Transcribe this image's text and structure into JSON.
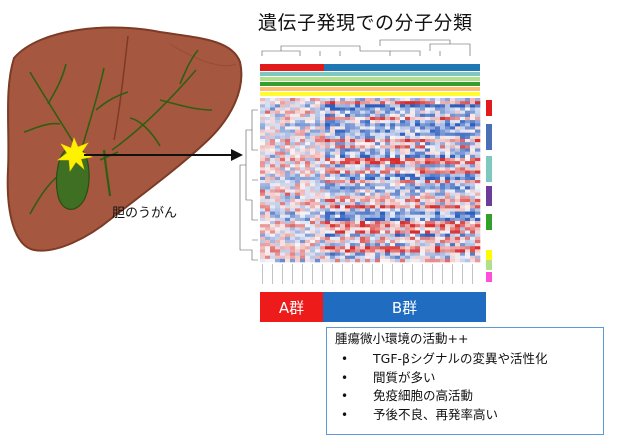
{
  "title": "遺伝子発現での分子分類",
  "cancer_label": "胆のうがん",
  "groups": [
    {
      "label": "A群",
      "color": "#ee1b1b"
    },
    {
      "label": "B群",
      "color": "#1f6cc0"
    }
  ],
  "info": {
    "heading": "腫瘍微小環境の活動++",
    "bullet_glyph": "•",
    "items": [
      {
        "text": "TGF-βシグナルの変異や活性化"
      },
      {
        "text": "間質が多い"
      },
      {
        "text": "免疫細胞の高活動"
      },
      {
        "text": "予後不良、再発率高い"
      }
    ]
  },
  "colors": {
    "liver": "#a5583f",
    "liver_dark": "#7c3b26",
    "gallbladder": "#3e6f22",
    "ducts": "#2f5e12",
    "tumor": "#fff200",
    "heat_red": "#d7191c",
    "heat_blue": "#2c7bb6"
  },
  "icons": [
    "liver-illustration",
    "tumor-star-icon",
    "arrow-icon",
    "dendrogram-icon"
  ]
}
